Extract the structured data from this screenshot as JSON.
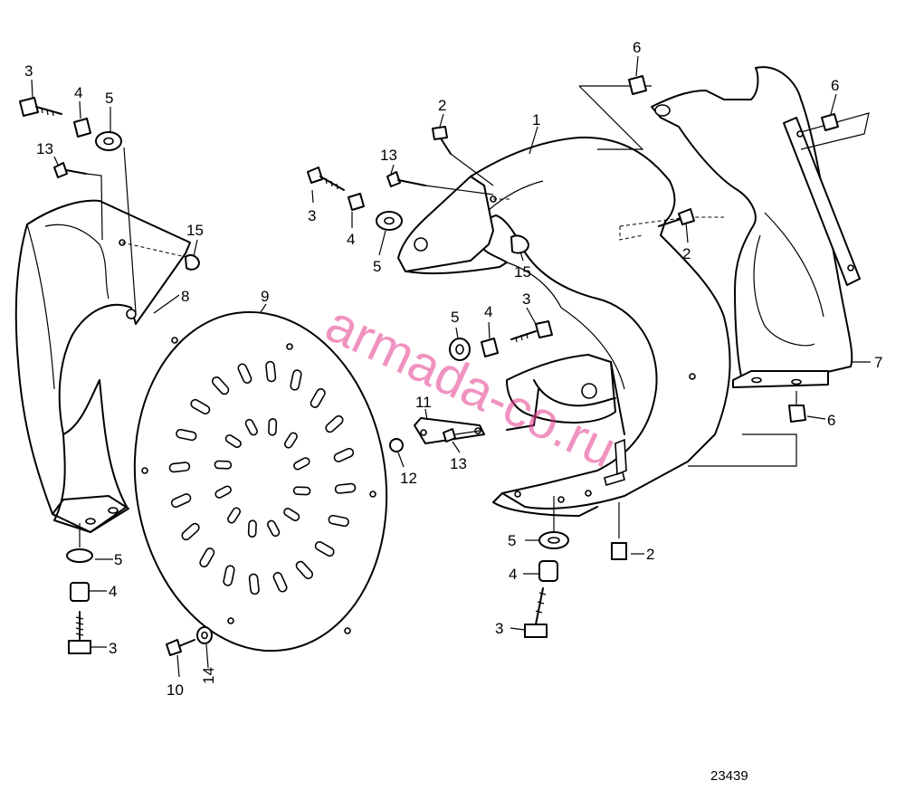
{
  "callouts": [
    {
      "id": "c-3-topleft",
      "label": "3"
    },
    {
      "id": "c-4-topleft",
      "label": "4"
    },
    {
      "id": "c-5-topleft",
      "label": "5"
    },
    {
      "id": "c-13-topleft",
      "label": "13"
    },
    {
      "id": "c-15-left",
      "label": "15"
    },
    {
      "id": "c-8",
      "label": "8"
    },
    {
      "id": "c-9",
      "label": "9"
    },
    {
      "id": "c-5-bottomleft",
      "label": "5"
    },
    {
      "id": "c-4-bottomleft",
      "label": "4"
    },
    {
      "id": "c-3-bottomleft",
      "label": "3"
    },
    {
      "id": "c-10",
      "label": "10"
    },
    {
      "id": "c-14",
      "label": "14"
    },
    {
      "id": "c-2-top",
      "label": "2"
    },
    {
      "id": "c-13-center",
      "label": "13"
    },
    {
      "id": "c-3-center",
      "label": "3"
    },
    {
      "id": "c-4-center",
      "label": "4"
    },
    {
      "id": "c-5-center",
      "label": "5"
    },
    {
      "id": "c-15-center",
      "label": "15"
    },
    {
      "id": "c-1",
      "label": "1"
    },
    {
      "id": "c-6-top",
      "label": "6"
    },
    {
      "id": "c-6-topright",
      "label": "6"
    },
    {
      "id": "c-2-right",
      "label": "2"
    },
    {
      "id": "c-7",
      "label": "7"
    },
    {
      "id": "c-6-right",
      "label": "6"
    },
    {
      "id": "c-5-mid",
      "label": "5"
    },
    {
      "id": "c-4-mid",
      "label": "4"
    },
    {
      "id": "c-3-mid",
      "label": "3"
    },
    {
      "id": "c-11",
      "label": "11"
    },
    {
      "id": "c-12",
      "label": "12"
    },
    {
      "id": "c-13-mid",
      "label": "13"
    },
    {
      "id": "c-5-lower",
      "label": "5"
    },
    {
      "id": "c-4-lower",
      "label": "4"
    },
    {
      "id": "c-3-lower",
      "label": "3"
    },
    {
      "id": "c-2-lower",
      "label": "2"
    }
  ],
  "drawing_number": "23439",
  "watermark": "armada-co.ru"
}
